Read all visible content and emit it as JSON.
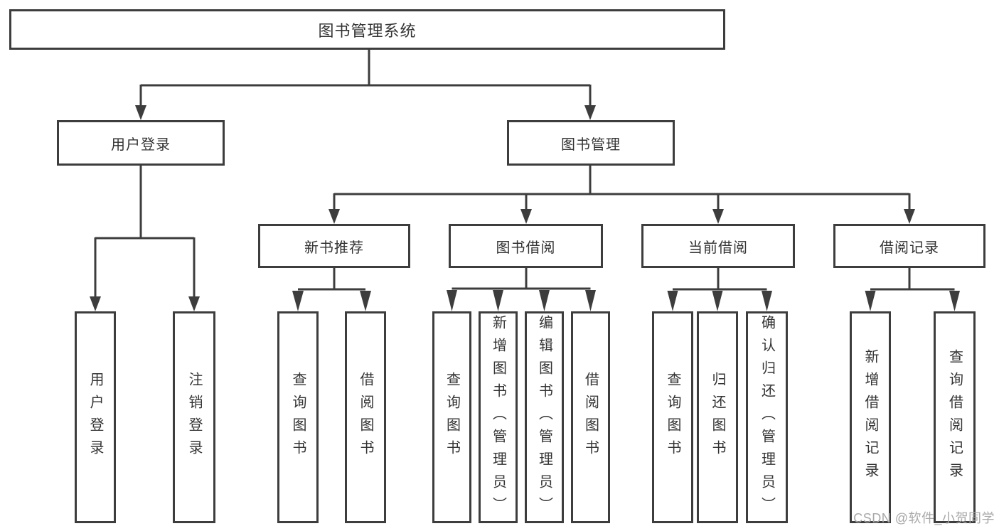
{
  "diagram": {
    "root": {
      "label": "图书管理系统"
    },
    "level2": [
      {
        "label": "用户登录"
      },
      {
        "label": "图书管理"
      }
    ],
    "level3": [
      {
        "label": "新书推荐"
      },
      {
        "label": "图书借阅"
      },
      {
        "label": "当前借阅"
      },
      {
        "label": "借阅记录"
      }
    ],
    "leaves": [
      {
        "label": "用户登录"
      },
      {
        "label": "注销登录"
      },
      {
        "label": "查询图书"
      },
      {
        "label": "借阅图书"
      },
      {
        "label": "查询图书"
      },
      {
        "label": "新增图书（管理员）"
      },
      {
        "label": "编辑图书（管理员）"
      },
      {
        "label": "借阅图书"
      },
      {
        "label": "查询图书"
      },
      {
        "label": "归还图书"
      },
      {
        "label": "确认归还（管理员）"
      },
      {
        "label": "新增借阅记录"
      },
      {
        "label": "查询借阅记录"
      }
    ]
  },
  "watermark": {
    "text": "CSDN @软件_小贺同学"
  },
  "colors": {
    "line": "#3d3d3d",
    "text": "#333333",
    "watermark": "#a8a8a8",
    "background": "#ffffff"
  }
}
